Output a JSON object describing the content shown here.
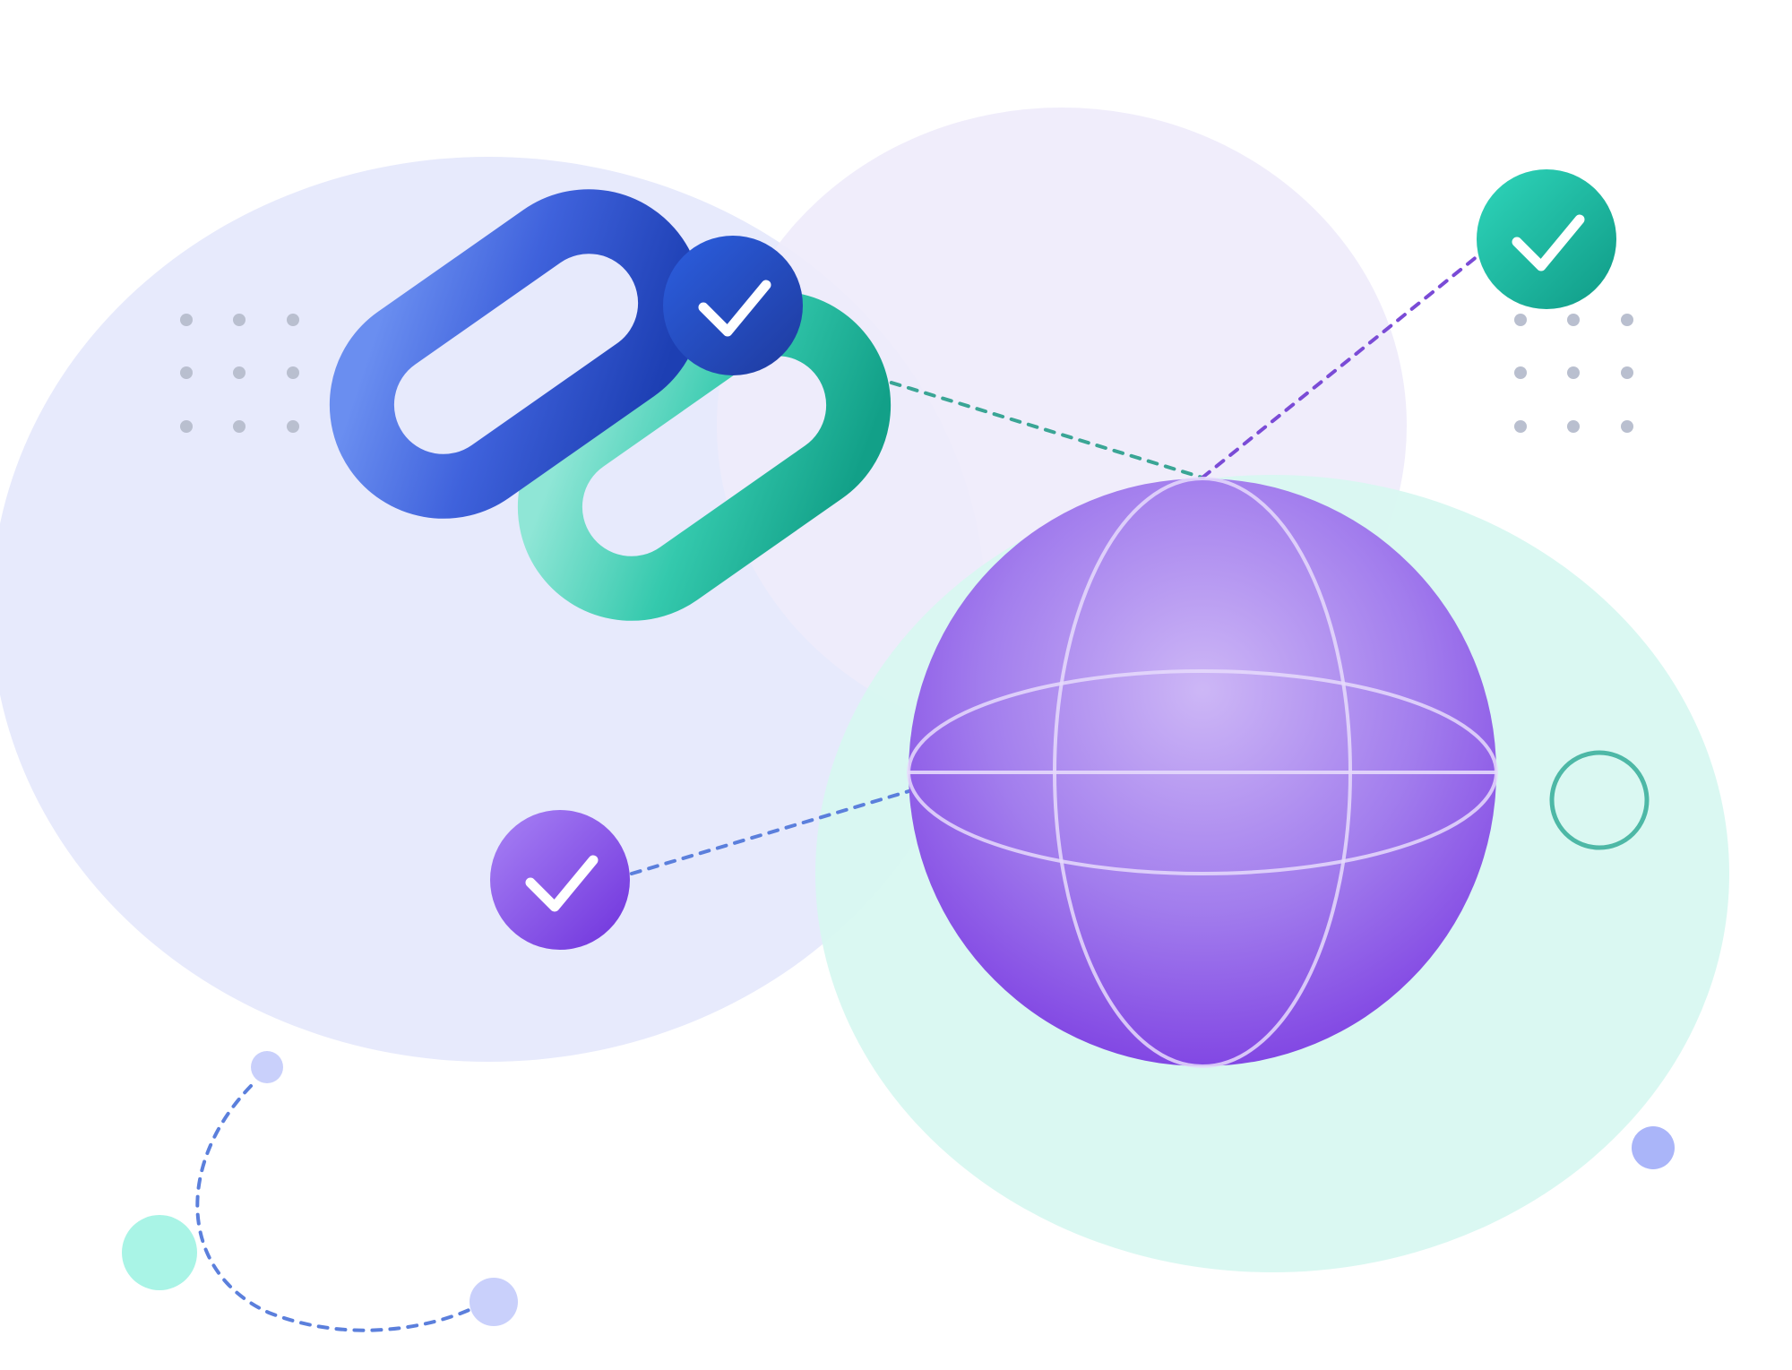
{
  "illustration": {
    "theme": "secure-links-network",
    "check_badges": [
      {
        "name": "link-check-badge",
        "icon": "checkmark-icon",
        "color": "#2647b8"
      },
      {
        "name": "top-right-check-badge",
        "icon": "checkmark-icon",
        "color": "#15a38f"
      },
      {
        "name": "left-check-badge",
        "icon": "checkmark-icon",
        "color": "#7b3fe0"
      }
    ],
    "icons": [
      "chain-link-icon",
      "globe-icon",
      "checkmark-icon"
    ],
    "colors": {
      "blue_link": "#2f56d1",
      "teal_link": "#22bfa3",
      "globe_purple": "#9b6ef0",
      "blob_blue": "#e7eafc",
      "blob_lavender": "#efebfb",
      "blob_mint": "#d8f8f1",
      "dot_grid": "#b9bfcf",
      "dashed_teal": "#3aa595",
      "dashed_purple": "#7a4bd6",
      "dashed_blue": "#5b7fdc"
    }
  }
}
